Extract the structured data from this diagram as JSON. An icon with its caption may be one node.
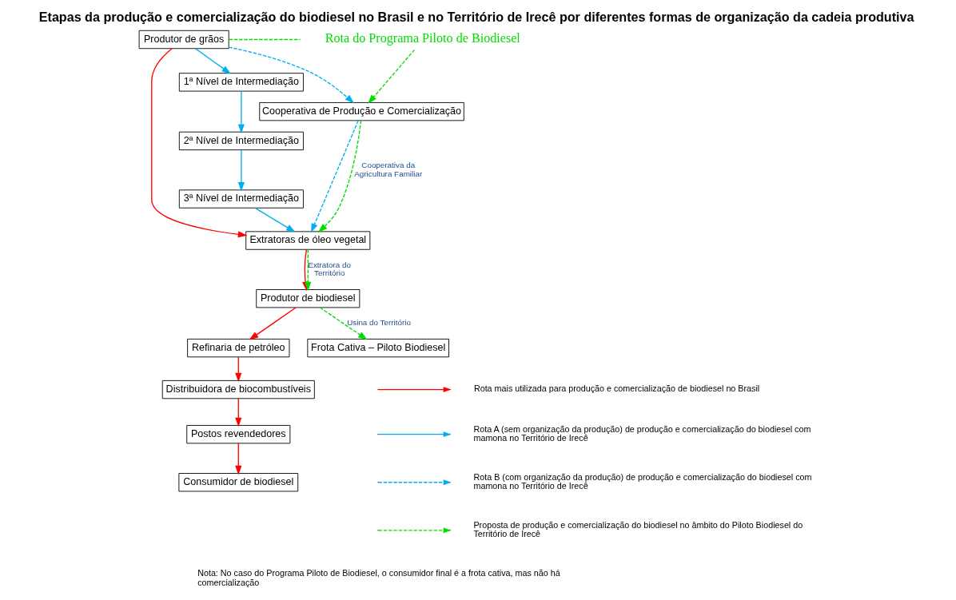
{
  "diagram": {
    "title": "Etapas da produção e comercialização do biodiesel no Brasil e no Território de Irecê por diferentes formas de organização da cadeia produtiva",
    "nodes": [
      {
        "text": [
          "Produtor de grãos"
        ]
      },
      {
        "text": [
          "1ª Nível de Intermediação"
        ]
      },
      {
        "text": [
          "2ª Nível de Intermediação"
        ]
      },
      {
        "text": [
          "3ª Nível de Intermediação"
        ]
      },
      {
        "text": [
          "Cooperativa de Produção e Comercialização"
        ]
      },
      {
        "text": [
          "Extratoras de óleo vegetal"
        ]
      },
      {
        "text": [
          "Produtor de biodiesel"
        ]
      },
      {
        "text": [
          "Refinaria de petróleo"
        ]
      },
      {
        "text": [
          "Distribuidora de biocombustíveis"
        ]
      },
      {
        "text": [
          "Postos revendedores"
        ]
      },
      {
        "text": [
          "Consumidor de biodiesel"
        ]
      },
      {
        "text": [
          "Frota Cativa – Piloto Biodiesel"
        ]
      },
      {
        "text": [
          "Rota do Programa Piloto de Biodiesel"
        ]
      }
    ],
    "edges": [
      {
        "from": 0,
        "to": 1,
        "arrow": "to",
        "color": "#00aeef"
      },
      {
        "from": 1,
        "to": 2,
        "arrow": "to",
        "color": "#00aeef"
      },
      {
        "from": 2,
        "to": 3,
        "arrow": "to",
        "color": "#00aeef"
      },
      {
        "from": 3,
        "to": 5,
        "arrow": "to",
        "color": "#00aeef"
      },
      {
        "from": 0,
        "to": 4,
        "arrow": "to",
        "style": "dashed",
        "color": "#00aeef"
      },
      {
        "from": 4,
        "to": 5,
        "arrow": "to",
        "style": "dashed",
        "color": "#00aeef"
      },
      {
        "from": 0,
        "to": 5,
        "arrow": "to",
        "color": "#ff0000"
      },
      {
        "from": 0,
        "to": 12,
        "arrow": "none",
        "style": "dashed",
        "color": "#00dd00"
      },
      {
        "from": 12,
        "to": 4,
        "arrow": "to",
        "style": "dashed",
        "color": "#00dd00"
      },
      {
        "from": 4,
        "to": 5,
        "arrow": "to",
        "style": "dashed",
        "color": "#00dd00",
        "label": "Cooperativa da Agricultura Familiar"
      },
      {
        "from": 5,
        "to": 6,
        "arrow": "to",
        "color": "#ff0000"
      },
      {
        "from": 5,
        "to": 6,
        "arrow": "to",
        "style": "dashed",
        "color": "#00dd00",
        "label": "Extratora do Território"
      },
      {
        "from": 6,
        "to": 7,
        "arrow": "to",
        "color": "#ff0000"
      },
      {
        "from": 7,
        "to": 8,
        "arrow": "to",
        "color": "#ff0000"
      },
      {
        "from": 8,
        "to": 9,
        "arrow": "to",
        "color": "#ff0000"
      },
      {
        "from": 9,
        "to": 10,
        "arrow": "to",
        "color": "#ff0000"
      },
      {
        "from": 6,
        "to": 11,
        "arrow": "to",
        "style": "dashed",
        "color": "#00dd00",
        "label": "Usina do Território"
      }
    ],
    "labels": [
      "Nota: No caso do Programa Piloto de Biodiesel, o consumidor final é a frota cativa, mas não há comercialização"
    ],
    "legend": [
      {
        "text": "Rota mais utilizada para produção e comercialização de biodiesel no Brasil"
      },
      {
        "text": "Rota A (sem organização da produção) de produção e comercialização do biodiesel com mamona no Território de Irecê"
      },
      {
        "text": "Rota B (com organização da produção) de produção e comercialização do biodiesel com mamona no Território de Irecê"
      },
      {
        "text": "Proposta de produção e comercialização do biodiesel no âmbito do Piloto Biodiesel do Território de Irecê"
      }
    ]
  }
}
